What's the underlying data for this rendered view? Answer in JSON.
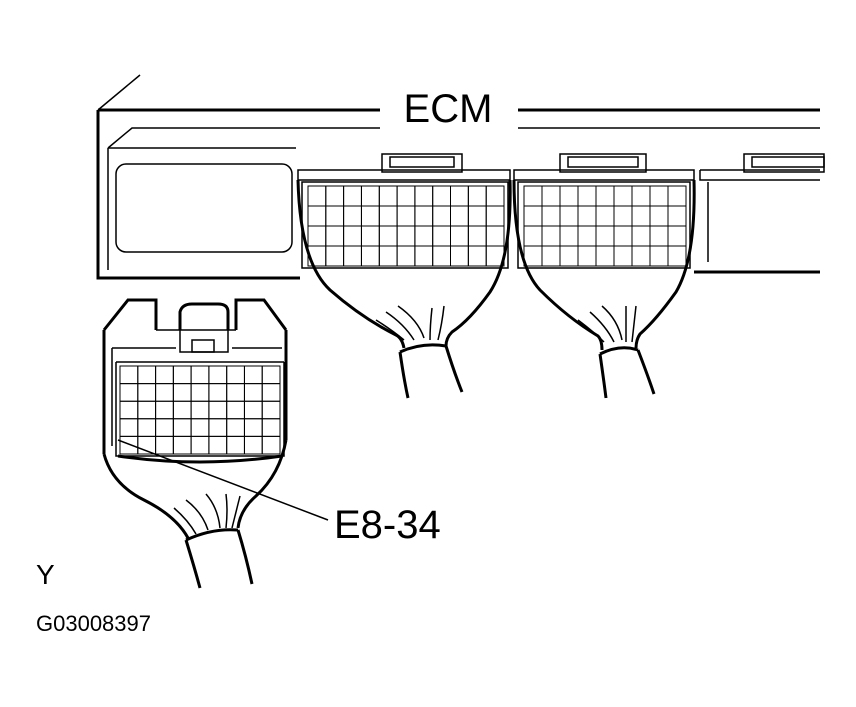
{
  "labels": {
    "ecm": "ECM",
    "connector": "E8-34",
    "view": "Y",
    "figure_id": "G03008397"
  }
}
